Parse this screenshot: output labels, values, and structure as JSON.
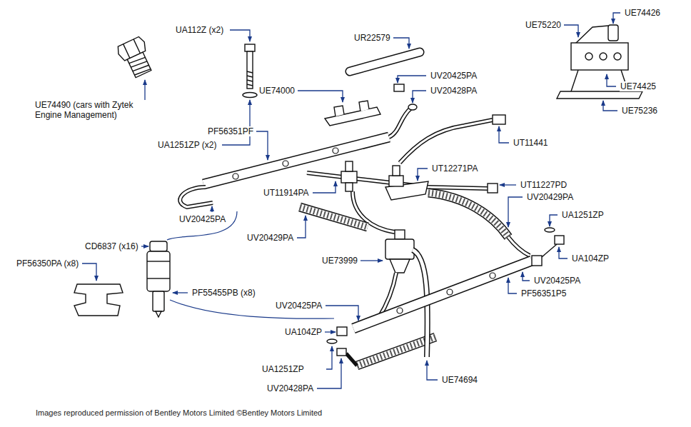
{
  "diagram": {
    "caption": "Images reproduced permission of Bentley Motors Limited ©Bentley Motors Limited",
    "labels": [
      "UA112Z (x2)",
      "UE74490 (cars with Zytek Engine Management)",
      "UA1251ZP (x2)",
      "UE74000",
      "UR22579",
      "UV20425PA",
      "UV20428PA",
      "PF56351PF",
      "UT11441",
      "UT12271PA",
      "UT11227PD",
      "UT11914PA",
      "UV20429PA",
      "UV20425PA",
      "UV20429PA",
      "CD6837 (x16)",
      "PF56350PA (x8)",
      "UE73999",
      "PF55455PB (x8)",
      "UA1251ZP",
      "UA104ZP",
      "UV20425PA",
      "PF56351P5",
      "UV20425PA",
      "UA104ZP",
      "UA1251ZP",
      "UV20428PA",
      "UE74694",
      "UE75220",
      "UE74426",
      "UE74425",
      "UE75236"
    ]
  }
}
